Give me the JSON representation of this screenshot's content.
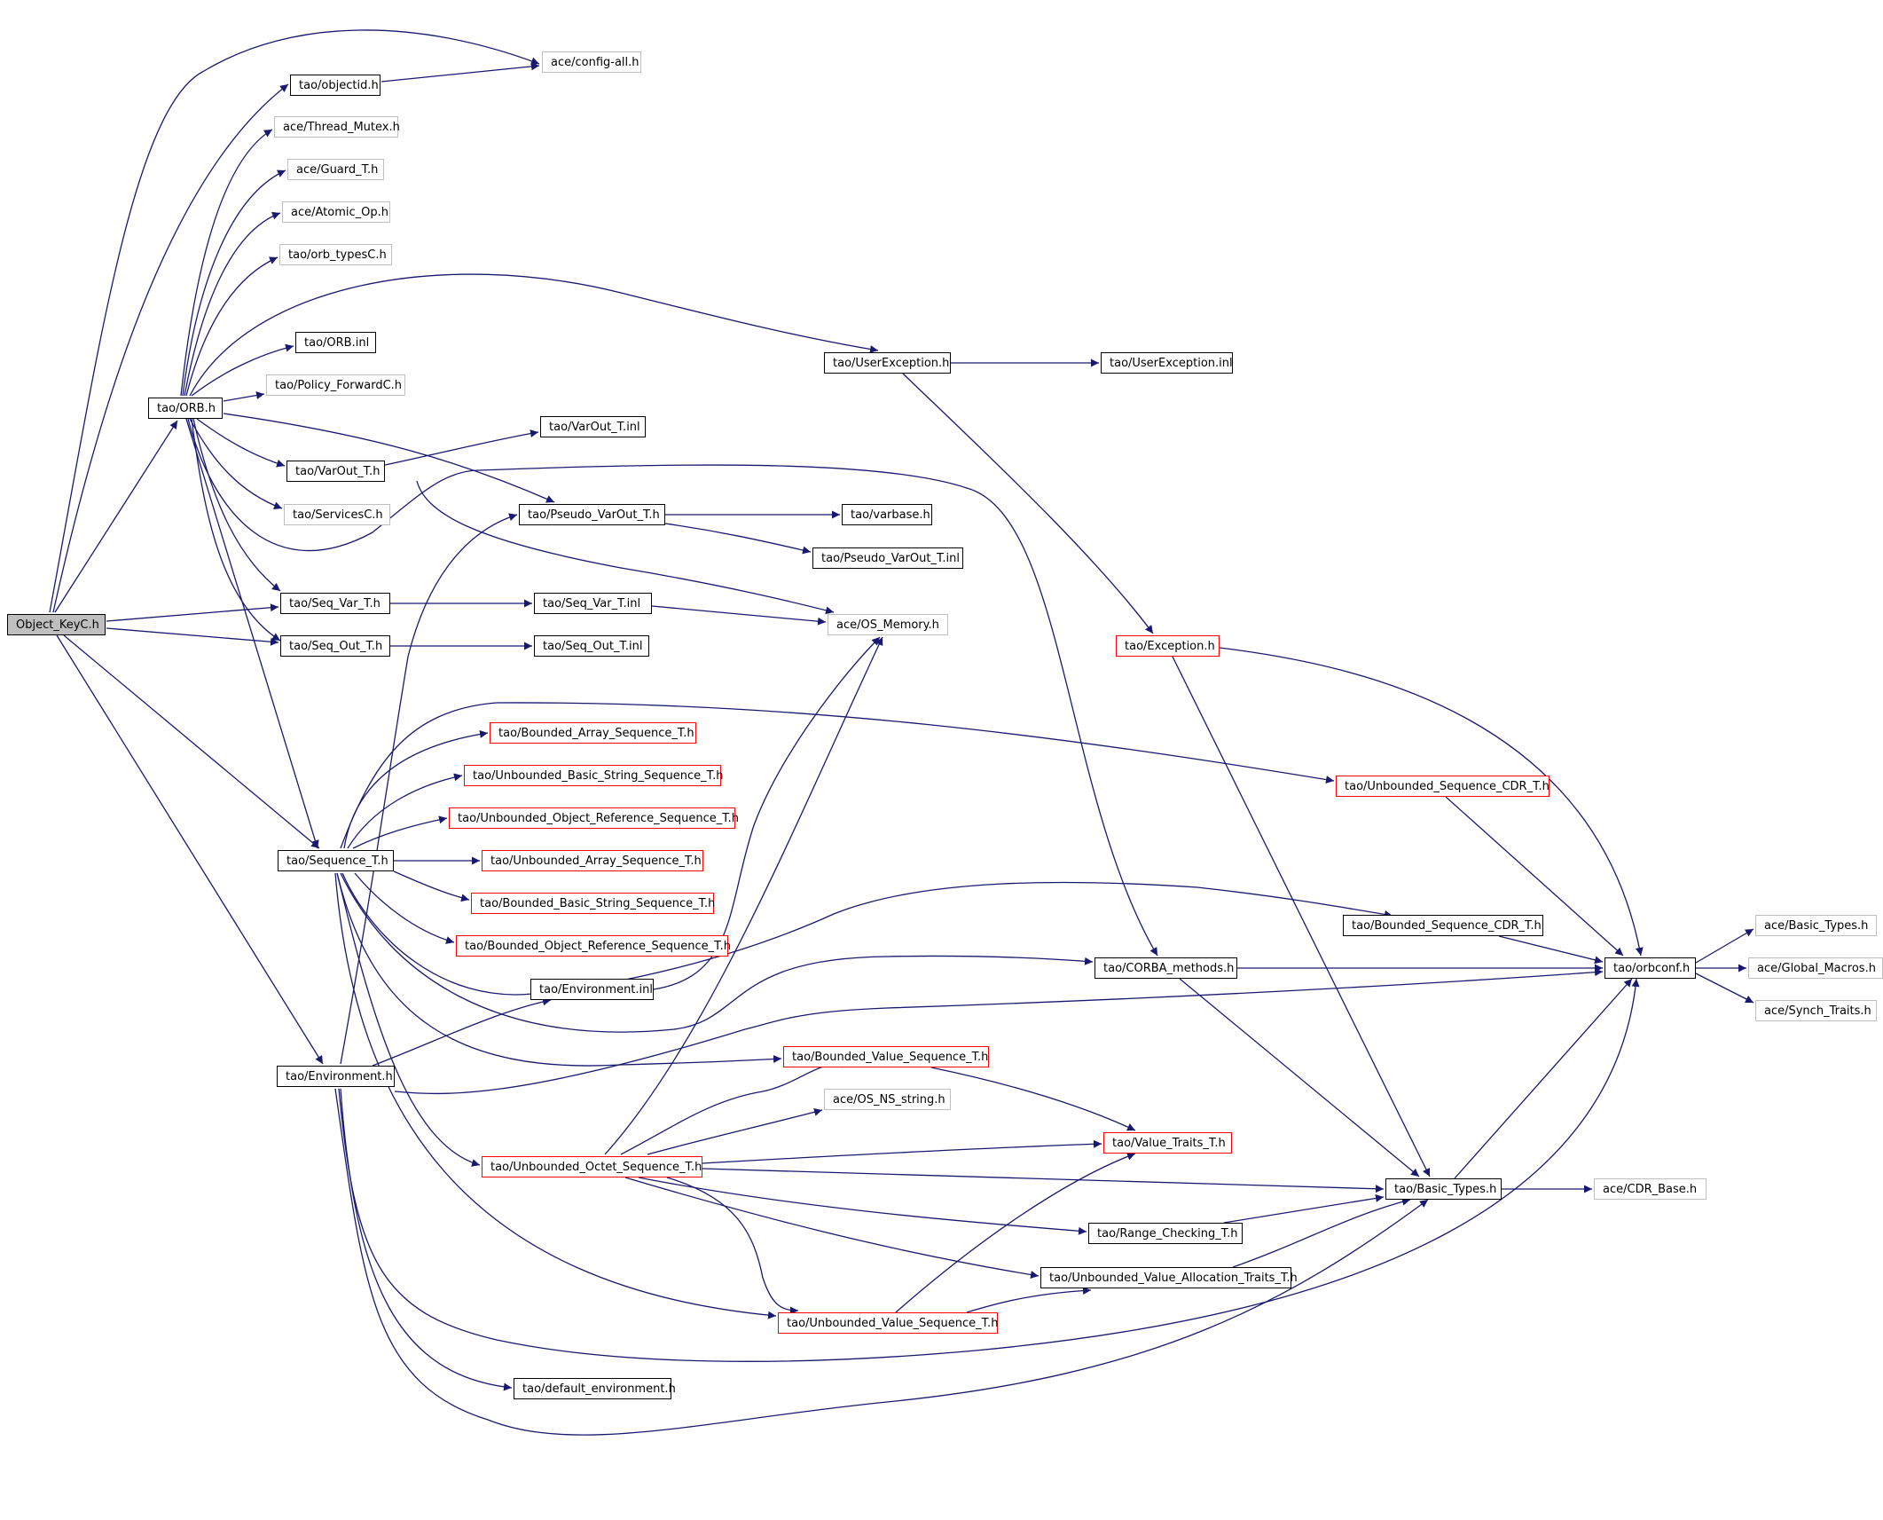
{
  "colors": {
    "edge": "#191970",
    "normal_border": "#000000",
    "truncated_border": "#ff0000",
    "external_border": "#bfbfbf",
    "root_fill": "#bfbfbf"
  },
  "nodes": {
    "root": "Object_KeyC.h",
    "orb_h": "tao/ORB.h",
    "objectid_h": "tao/objectid.h",
    "config_all_h": "ace/config-all.h",
    "thread_mutex_h": "ace/Thread_Mutex.h",
    "guard_t_h": "ace/Guard_T.h",
    "atomic_op_h": "ace/Atomic_Op.h",
    "orb_typesc_h": "tao/orb_typesC.h",
    "orb_inl": "tao/ORB.inl",
    "policy_forwardc_h": "tao/Policy_ForwardC.h",
    "userexception_h": "tao/UserException.h",
    "userexception_inl": "tao/UserException.inl",
    "varout_t_inl": "tao/VarOut_T.inl",
    "varout_t_h": "tao/VarOut_T.h",
    "servicesc_h": "tao/ServicesC.h",
    "pseudo_varout_t_h": "tao/Pseudo_VarOut_T.h",
    "varbase_h": "tao/varbase.h",
    "pseudo_varout_t_inl": "tao/Pseudo_VarOut_T.inl",
    "seq_var_t_h": "tao/Seq_Var_T.h",
    "seq_var_t_inl": "tao/Seq_Var_T.inl",
    "os_memory_h": "ace/OS_Memory.h",
    "seq_out_t_h": "tao/Seq_Out_T.h",
    "seq_out_t_inl": "tao/Seq_Out_T.inl",
    "exception_h": "tao/Exception.h",
    "bounded_array_seq": "tao/Bounded_Array_Sequence_T.h",
    "unbounded_basic_string_seq": "tao/Unbounded_Basic_String_Sequence_T.h",
    "unbounded_objref_seq": "tao/Unbounded_Object_Reference_Sequence_T.h",
    "unbounded_array_seq": "tao/Unbounded_Array_Sequence_T.h",
    "bounded_basic_string_seq": "tao/Bounded_Basic_String_Sequence_T.h",
    "bounded_objref_seq": "tao/Bounded_Object_Reference_Sequence_T.h",
    "sequence_t_h": "tao/Sequence_T.h",
    "unbounded_seq_cdr": "tao/Unbounded_Sequence_CDR_T.h",
    "bounded_seq_cdr": "tao/Bounded_Sequence_CDR_T.h",
    "basic_types_ace": "ace/Basic_Types.h",
    "orbconf_h": "tao/orbconf.h",
    "global_macros_h": "ace/Global_Macros.h",
    "synch_traits_h": "ace/Synch_Traits.h",
    "corba_methods_h": "tao/CORBA_methods.h",
    "environment_inl": "tao/Environment.inl",
    "environment_h": "tao/Environment.h",
    "bounded_value_seq": "tao/Bounded_Value_Sequence_T.h",
    "os_ns_string_h": "ace/OS_NS_string.h",
    "value_traits_h": "tao/Value_Traits_T.h",
    "unbounded_octet_seq": "tao/Unbounded_Octet_Sequence_T.h",
    "basic_types_tao": "tao/Basic_Types.h",
    "cdr_base_h": "ace/CDR_Base.h",
    "range_checking_h": "tao/Range_Checking_T.h",
    "unbounded_value_alloc": "tao/Unbounded_Value_Allocation_Traits_T.h",
    "unbounded_value_seq": "tao/Unbounded_Value_Sequence_T.h",
    "default_environment_h": "tao/default_environment.h"
  }
}
